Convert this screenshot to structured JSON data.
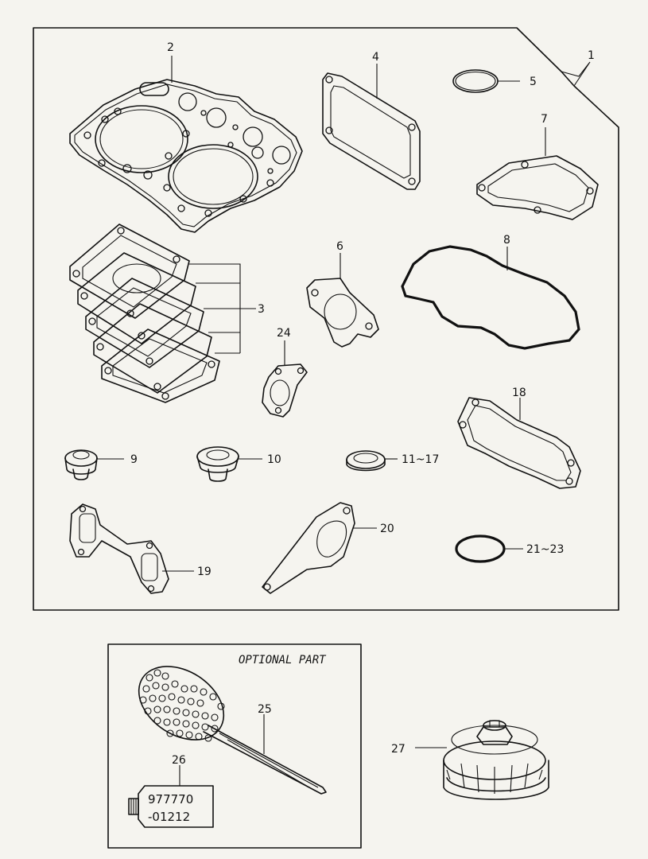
{
  "callouts": [
    {
      "id": "p1",
      "label": "1"
    },
    {
      "id": "p2",
      "label": "2"
    },
    {
      "id": "p3",
      "label": "3"
    },
    {
      "id": "p4",
      "label": "4"
    },
    {
      "id": "p5",
      "label": "5"
    },
    {
      "id": "p6",
      "label": "6"
    },
    {
      "id": "p7",
      "label": "7"
    },
    {
      "id": "p8",
      "label": "8"
    },
    {
      "id": "p9",
      "label": "9"
    },
    {
      "id": "p10",
      "label": "10"
    },
    {
      "id": "p11",
      "label": "11~17"
    },
    {
      "id": "p18",
      "label": "18"
    },
    {
      "id": "p19",
      "label": "19"
    },
    {
      "id": "p20",
      "label": "20"
    },
    {
      "id": "p21",
      "label": "21~23"
    },
    {
      "id": "p24",
      "label": "24"
    },
    {
      "id": "p25",
      "label": "25"
    },
    {
      "id": "p26",
      "label": "26"
    },
    {
      "id": "p27",
      "label": "27"
    }
  ],
  "optional_box": {
    "title": "OPTIONAL PART"
  },
  "tube_text": {
    "line1": "977770",
    "line2": "-01212"
  }
}
